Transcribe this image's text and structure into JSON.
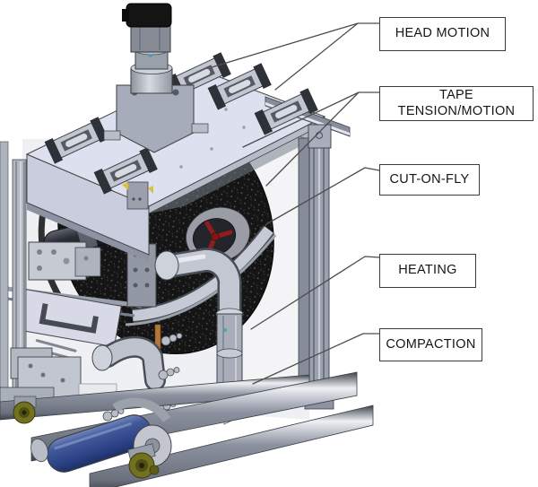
{
  "figure": {
    "description": "Isometric CAD rendering of a composite tape placement end-effector machine with five annotated subsystems"
  },
  "callouts": [
    {
      "id": "head-motion",
      "label": "HEAD MOTION"
    },
    {
      "id": "tape-tension-motion",
      "label": "TAPE\nTENSION/MOTION"
    },
    {
      "id": "cut-on-fly",
      "label": "CUT-ON-FLY"
    },
    {
      "id": "heating",
      "label": "HEATING"
    },
    {
      "id": "compaction",
      "label": "COMPACTION"
    }
  ],
  "colors": {
    "background": "#ffffff",
    "callout_border": "#3c3c3c",
    "leader_line": "#4d4d4d",
    "spool_black": "#151515",
    "spool_hub_red": "#8f1d1d",
    "compaction_roller_blue": "#33508f",
    "caster_wheel_olive": "#6f6f1f",
    "frame_gray": "#9aa0ac",
    "plate_lavender": "#d9dcec",
    "side_panel_white": "#f3f3f6",
    "heater_strip_orange": "#b5763a"
  }
}
